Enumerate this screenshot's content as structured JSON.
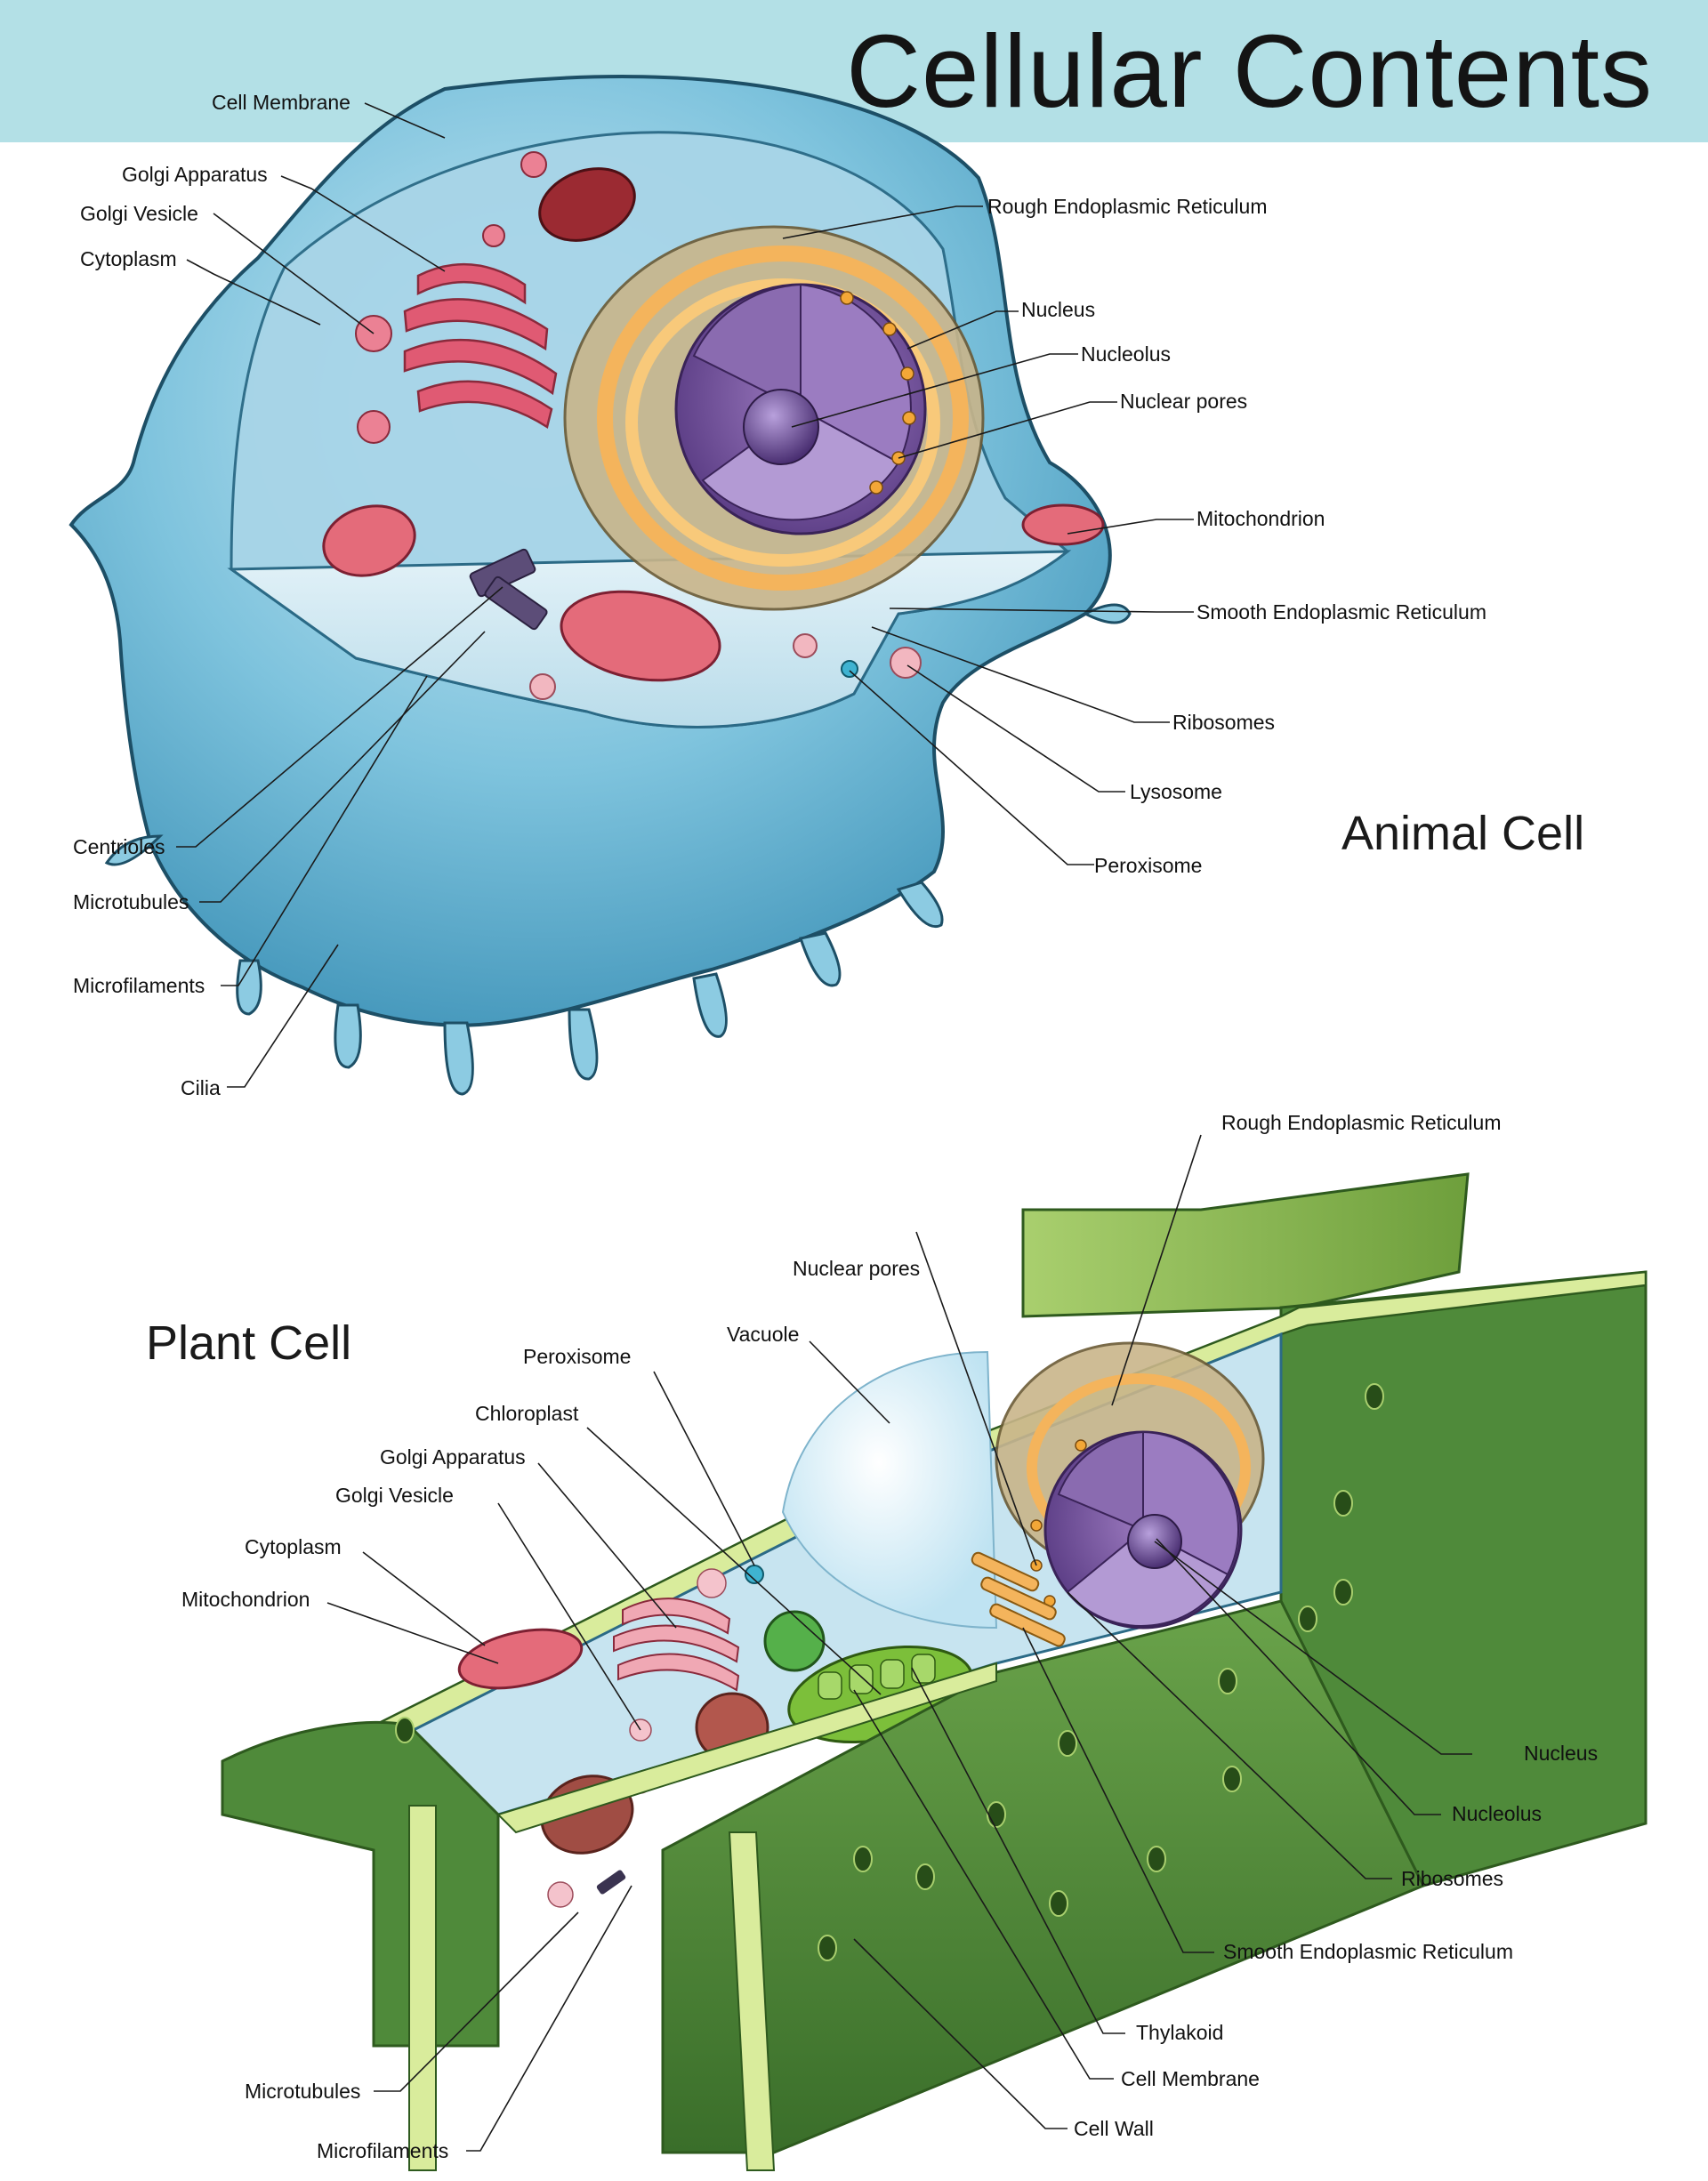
{
  "title": "Cellular Contents",
  "colors": {
    "title_band": "#b3e0e6",
    "animal_body": "#7ec3dd",
    "plant_wall": "#4e8a3a",
    "nucleus": "#7b5aa0",
    "mitochondrion": "#e46b7a",
    "golgi": "#e05a73",
    "endoplasmic_reticulum": "#f4b45c",
    "chloroplast": "#7cbf3a"
  },
  "animal": {
    "heading": "Animal Cell",
    "labels": {
      "cell_membrane": "Cell Membrane",
      "golgi_apparatus": "Golgi Apparatus",
      "golgi_vesicle": "Golgi Vesicle",
      "cytoplasm": "Cytoplasm",
      "rough_er": "Rough Endoplasmic Reticulum",
      "nucleus": "Nucleus",
      "nucleolus": "Nucleolus",
      "nuclear_pores": "Nuclear pores",
      "mitochondrion": "Mitochondrion",
      "smooth_er": "Smooth Endoplasmic Reticulum",
      "ribosomes": "Ribosomes",
      "lysosome": "Lysosome",
      "peroxisome": "Peroxisome",
      "centrioles": "Centrioles",
      "microtubules": "Microtubules",
      "microfilaments": "Microfilaments",
      "cilia": "Cilia"
    }
  },
  "plant": {
    "heading": "Plant Cell",
    "labels": {
      "rough_er": "Rough Endoplasmic Reticulum",
      "nuclear_pores": "Nuclear pores",
      "vacuole": "Vacuole",
      "peroxisome": "Peroxisome",
      "chloroplast": "Chloroplast",
      "golgi_apparatus": "Golgi Apparatus",
      "golgi_vesicle": "Golgi Vesicle",
      "cytoplasm": "Cytoplasm",
      "mitochondrion": "Mitochondrion",
      "nucleus": "Nucleus",
      "nucleolus": "Nucleolus",
      "ribosomes": "Ribosomes",
      "smooth_er": "Smooth Endoplasmic Reticulum",
      "thylakoid": "Thylakoid",
      "cell_membrane": "Cell Membrane",
      "cell_wall": "Cell Wall",
      "microtubules": "Microtubules",
      "microfilaments": "Microfilaments"
    }
  }
}
